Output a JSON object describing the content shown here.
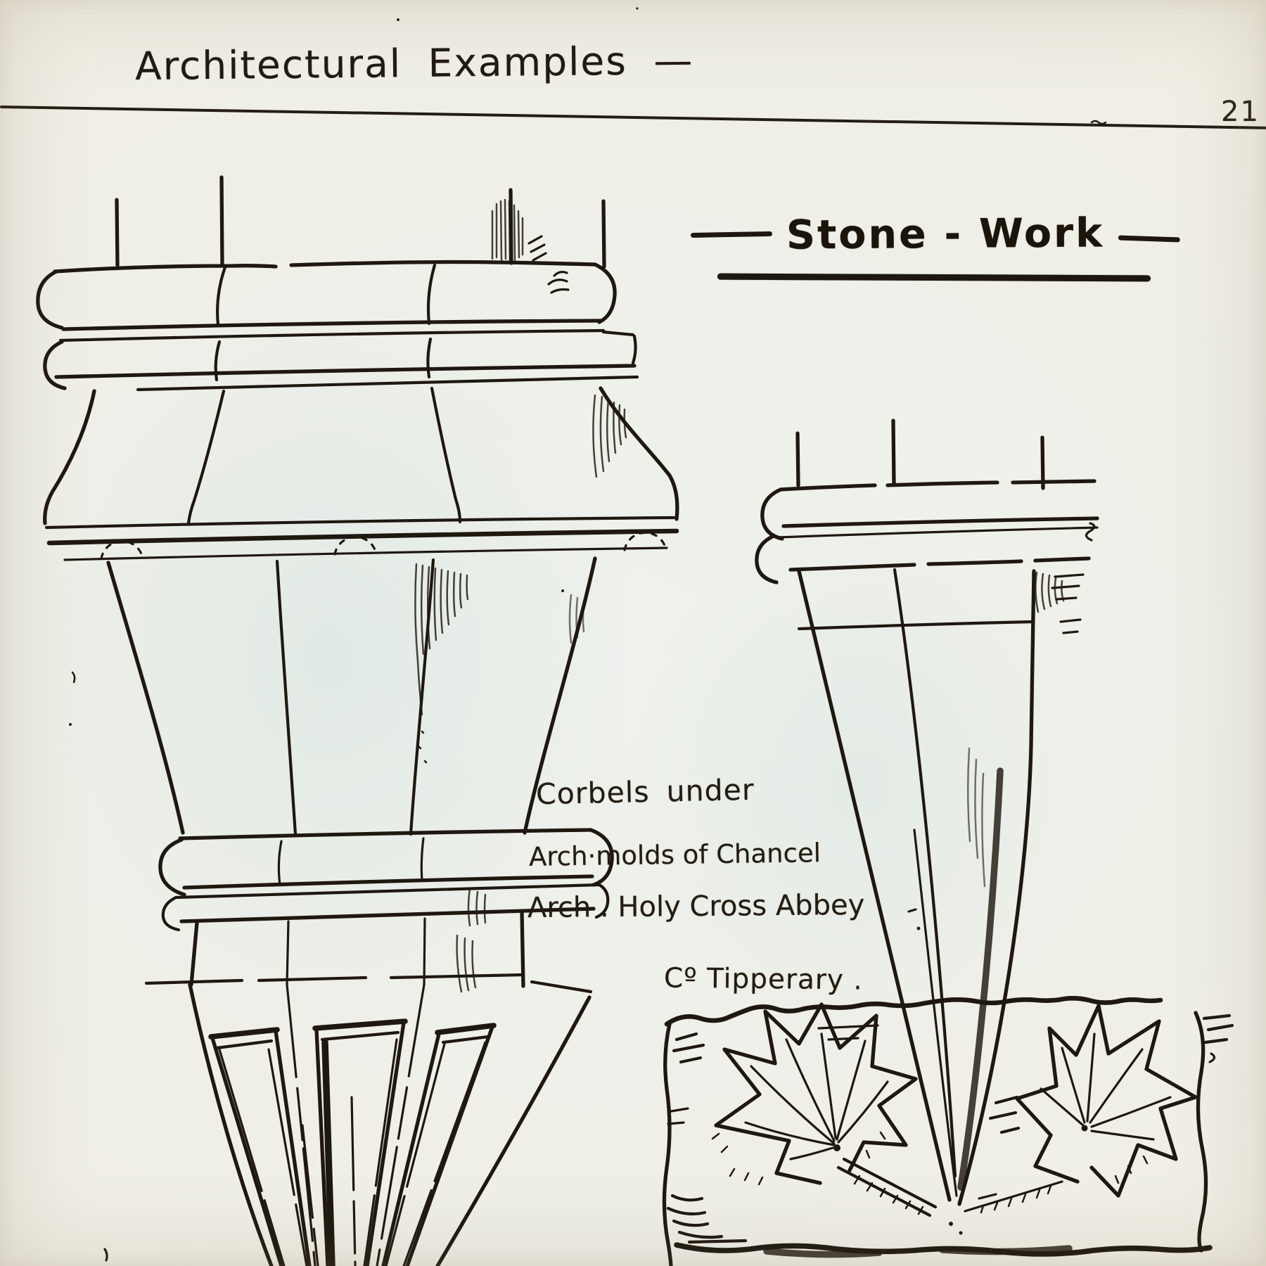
{
  "header": {
    "title": "Architectural Examples —",
    "page_number": "21"
  },
  "heading": {
    "label": "Stone - Work"
  },
  "caption": {
    "lines": [
      "Corbels under",
      "Arch·molds of Chancel",
      "Arch . Holy Cross Abbey",
      "Cº Tipperary ."
    ]
  },
  "colors": {
    "paper": "#f1efe6",
    "paper_cool_tint": "#e9efeb",
    "ink": "#1f1810"
  }
}
